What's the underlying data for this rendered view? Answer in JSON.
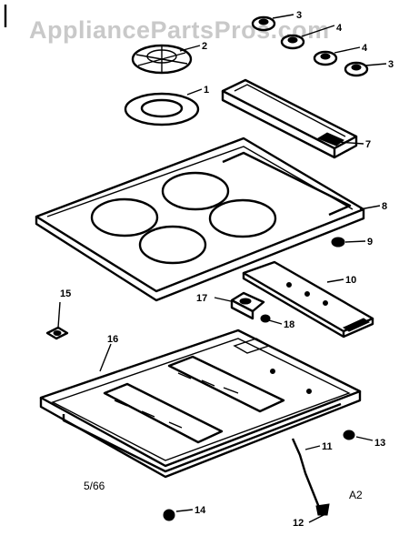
{
  "watermark": "AppliancePartsPros.com",
  "diagram_code": "5/66",
  "diagram_version": "A2",
  "callouts": {
    "c1": "1",
    "c2": "2",
    "c3a": "3",
    "c3b": "3",
    "c4a": "4",
    "c4b": "4",
    "c7": "7",
    "c8": "8",
    "c9": "9",
    "c10": "10",
    "c11": "11",
    "c12": "12",
    "c13": "13",
    "c14": "14",
    "c15": "15",
    "c16": "16",
    "c17": "17",
    "c18": "18"
  }
}
